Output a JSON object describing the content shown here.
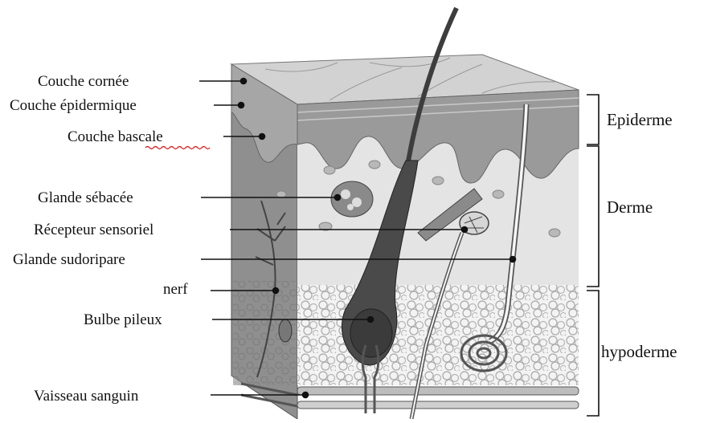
{
  "structures": {
    "couche_cornee": "Couche cornée",
    "couche_epidermique": "Couche épidermique",
    "couche_basale": "Couche bascale",
    "glande_sebacee": "Glande sébacée",
    "recepteur_sensoriel": "Récepteur sensoriel",
    "glande_sudoripare": "Glande sudoripare",
    "nerf": "nerf",
    "bulbe_pileux": "Bulbe pileux",
    "vaisseau_sanguin": "Vaisseau sanguin"
  },
  "layers": {
    "epiderme": "Epiderme",
    "derme": "Derme",
    "hypoderme": "hypoderme"
  },
  "colors": {
    "side_face": "#8f8f8f",
    "epidermis": "#9a9a9a",
    "dermis": "#e4e4e4",
    "hypodermis": "#f1f1f1",
    "hair": "#3d3d3d",
    "line": "#111111"
  }
}
